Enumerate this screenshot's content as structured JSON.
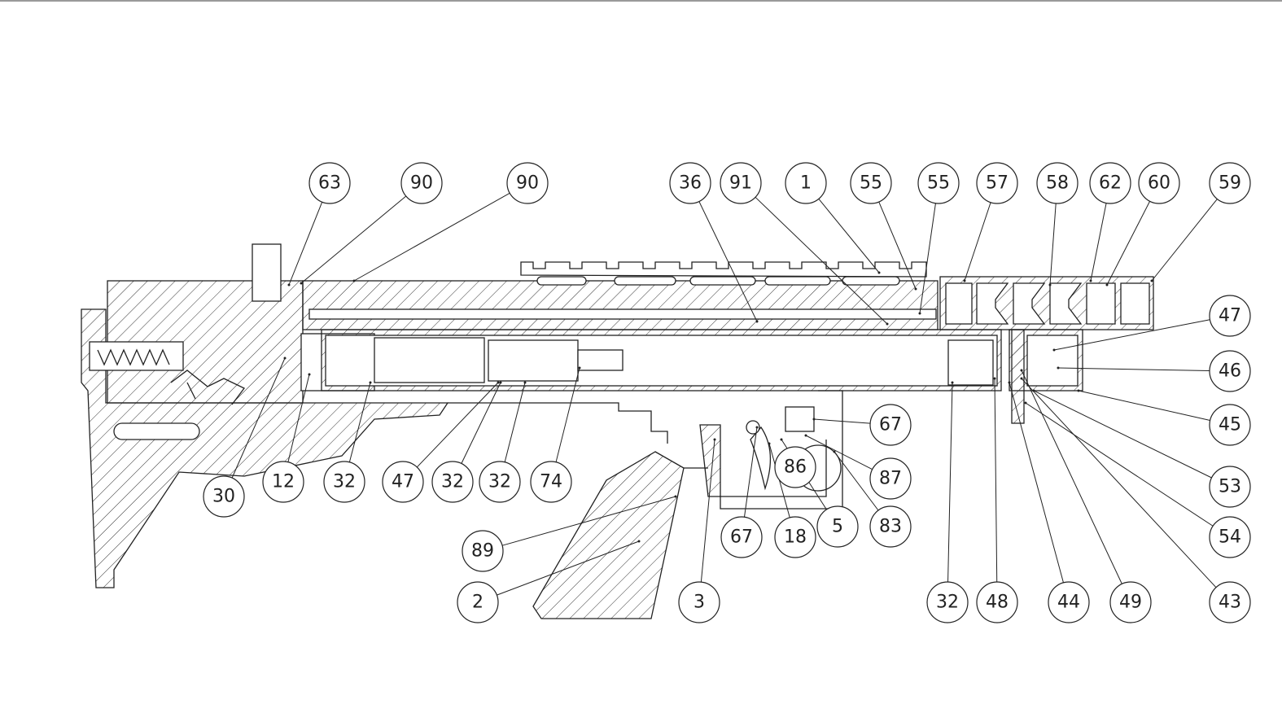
{
  "diagram": {
    "type": "parts cross-section drawing",
    "part_labels": [
      "63",
      "90",
      "90",
      "36",
      "91",
      "1",
      "55",
      "55",
      "57",
      "58",
      "62",
      "60",
      "59",
      "47",
      "46",
      "45",
      "53",
      "54",
      "43",
      "49",
      "44",
      "48",
      "32",
      "67",
      "87",
      "83",
      "5",
      "18",
      "86",
      "67",
      "3",
      "2",
      "89",
      "30",
      "12",
      "32",
      "47",
      "32",
      "32",
      "74"
    ]
  }
}
